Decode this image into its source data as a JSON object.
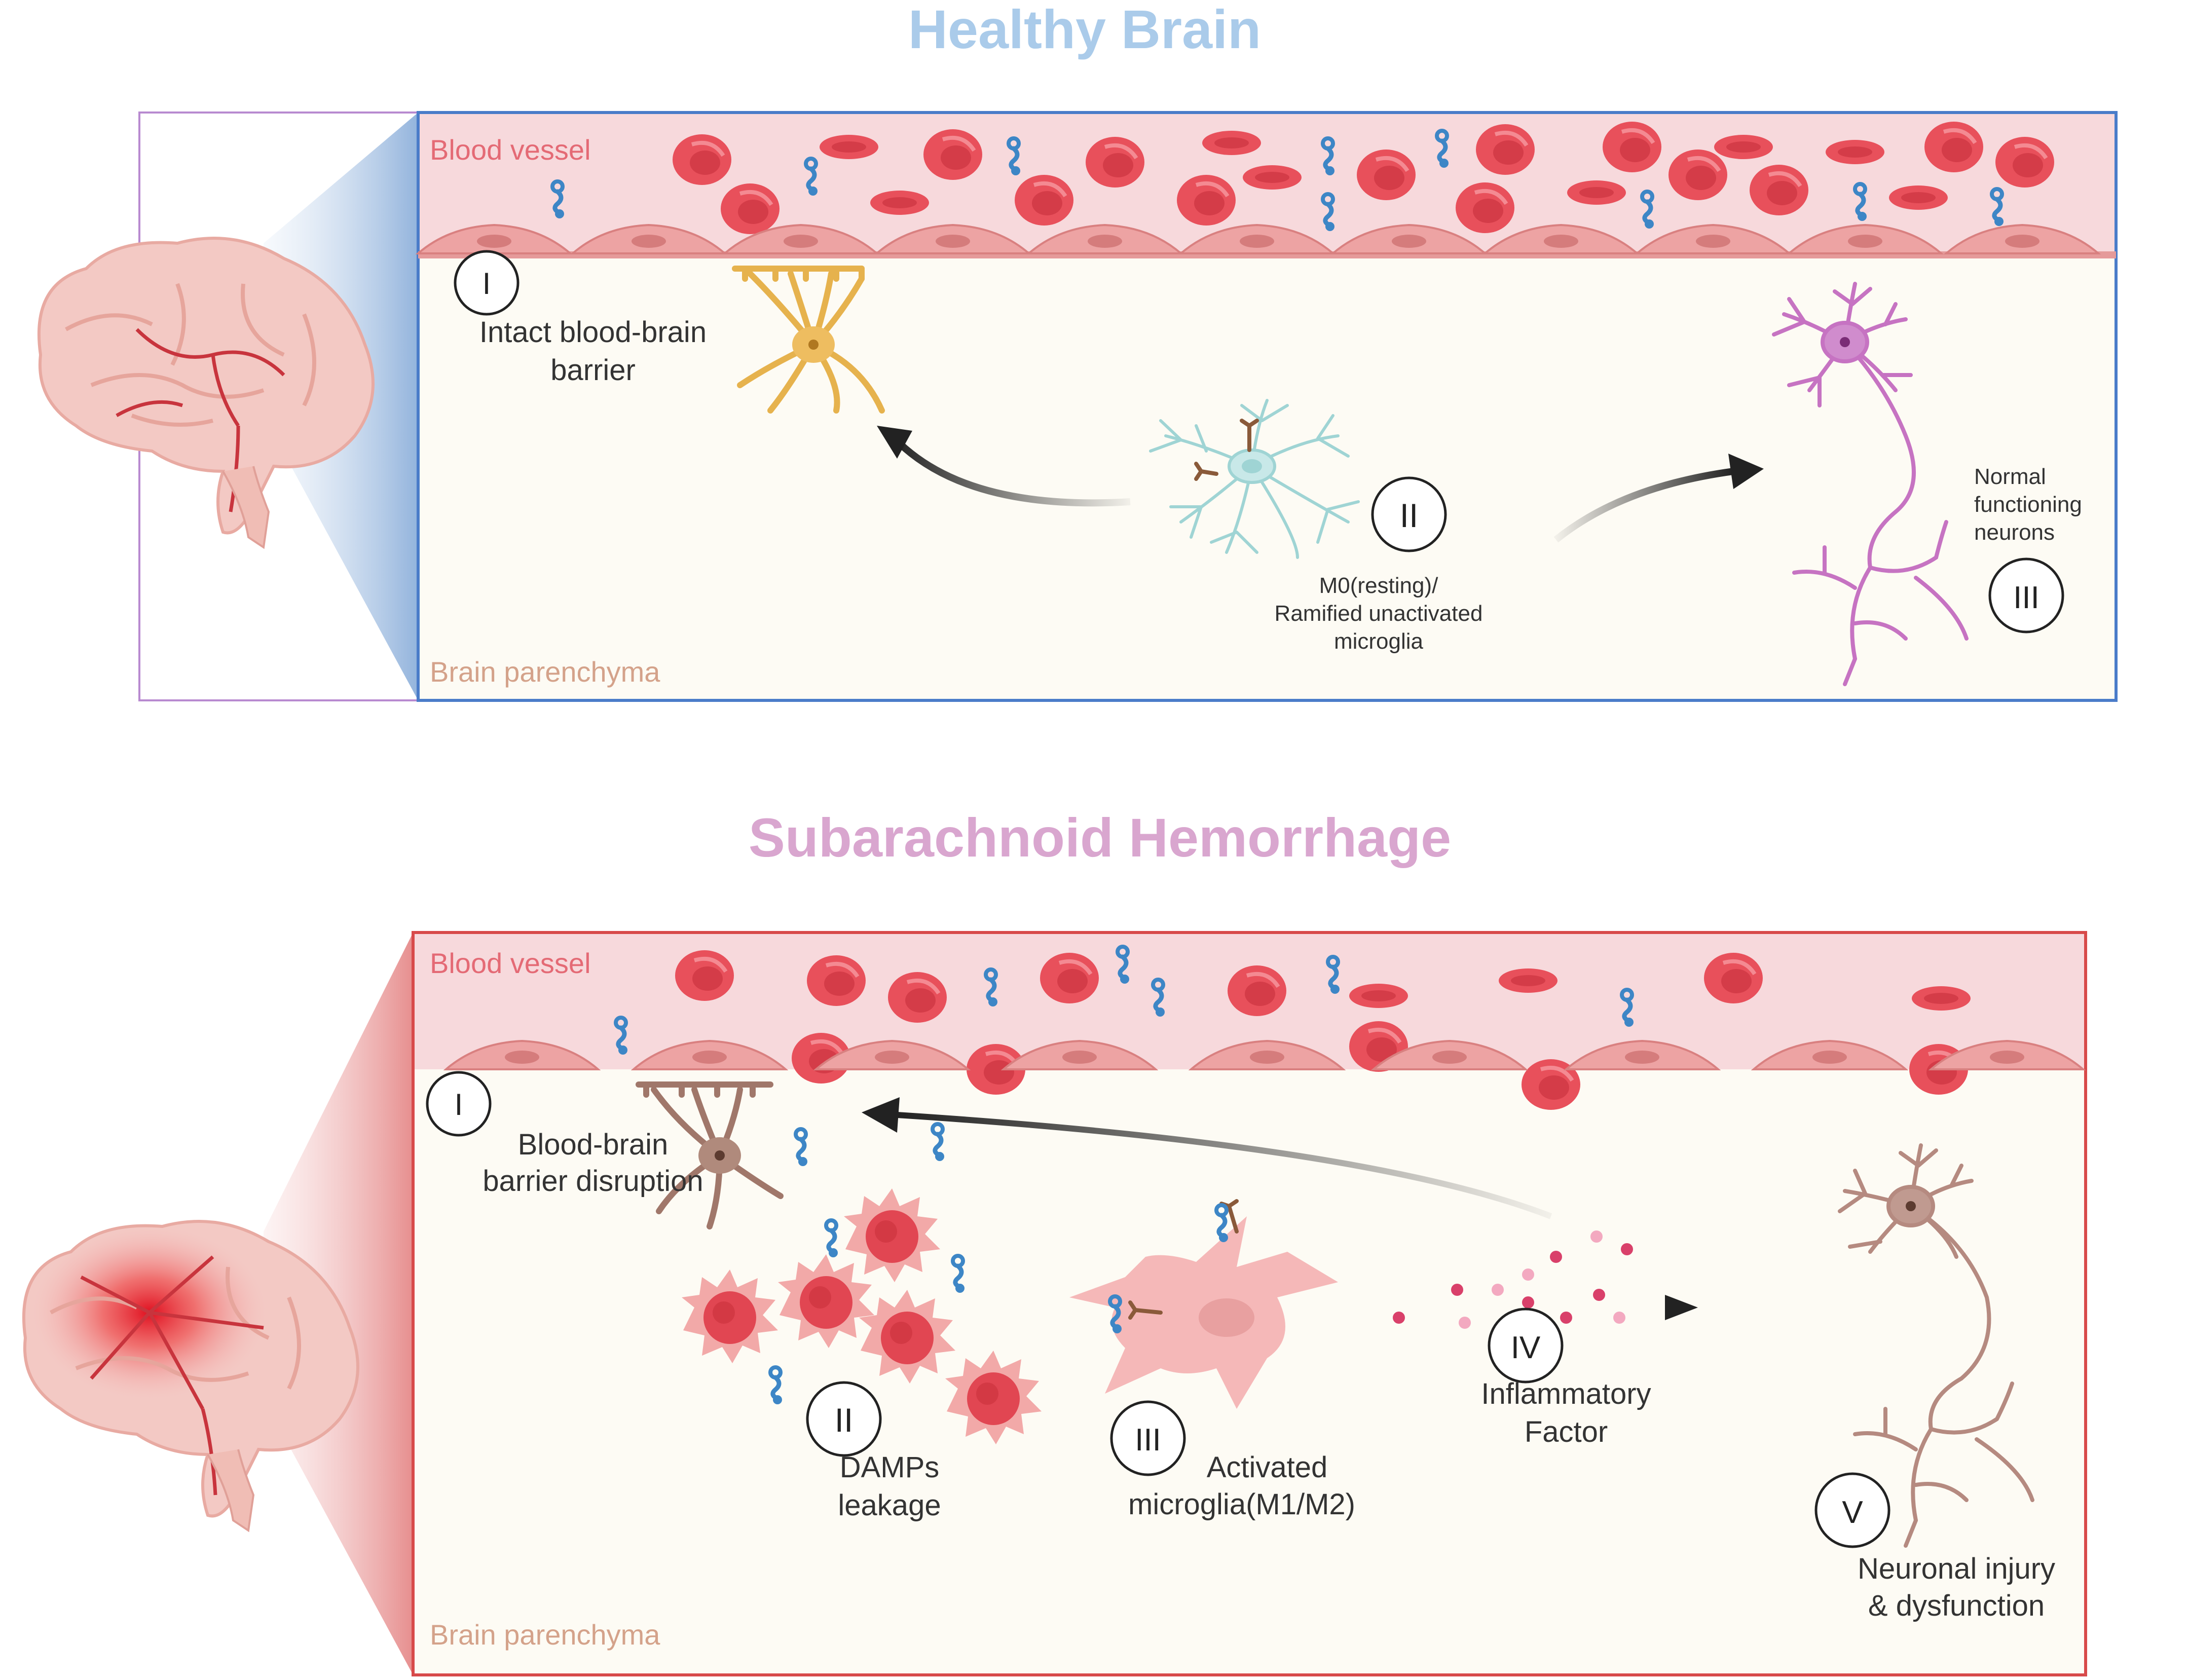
{
  "healthy": {
    "title": "Healthy Brain",
    "blood_vessel_label": "Blood vessel",
    "parenchyma_label": "Brain parenchyma",
    "step1": {
      "numeral": "I",
      "caption_line1": "Intact blood-brain",
      "caption_line2": "barrier"
    },
    "step2": {
      "numeral": "II",
      "caption_line1": "M0(resting)/",
      "caption_line2": "Ramified unactivated",
      "caption_line3": "microglia"
    },
    "step3": {
      "numeral": "III",
      "caption_line1": "Normal",
      "caption_line2": "functioning",
      "caption_line3": "neurons"
    }
  },
  "sah": {
    "title": "Subarachnoid Hemorrhage",
    "blood_vessel_label": "Blood vessel",
    "parenchyma_label": "Brain parenchyma",
    "step1": {
      "numeral": "I",
      "caption_line1": "Blood-brain",
      "caption_line2": "barrier disruption"
    },
    "step2": {
      "numeral": "II",
      "caption_line1": "DAMPs",
      "caption_line2": "leakage"
    },
    "step3": {
      "numeral": "III",
      "caption_line1": "Activated",
      "caption_line2": "microglia(M1/M2)"
    },
    "step4": {
      "numeral": "IV",
      "caption_line1": "Inflammatory",
      "caption_line2": "Factor"
    },
    "step5": {
      "numeral": "V",
      "caption_line1": "Neuronal injury",
      "caption_line2": "& dysfunction"
    }
  },
  "colors": {
    "healthy_title": "#aacbea",
    "sah_title": "#d9a6cf",
    "healthy_border": "#4a7cc9",
    "sah_border": "#d84a4a",
    "vessel_fill": "#f7d9dc",
    "parenchyma_fill": "#fdfbf4",
    "rbc": "#e8505b",
    "endothelial": "#eda3a3",
    "astrocyte": "#e6b24d",
    "microglia_resting": "#9fd4d4",
    "neuron_healthy": "#c673c2",
    "neuron_injured": "#b58a80",
    "microglia_activated": "#f5b8b8",
    "damp": "#e14652",
    "protein": "#3d86c6",
    "vessel_label": "#e46a75",
    "parenchyma_label": "#d4a28a"
  }
}
